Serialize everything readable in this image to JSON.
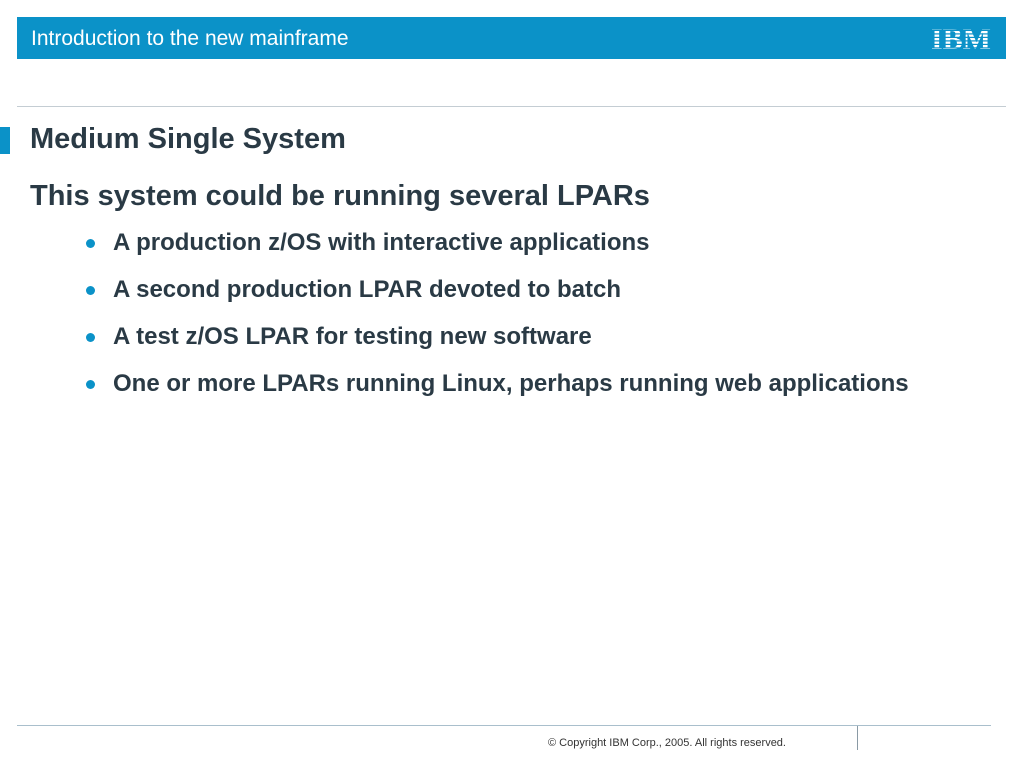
{
  "header": {
    "title": "Introduction to the new mainframe",
    "logo": "IBM",
    "color": "#0b92c8"
  },
  "slide": {
    "title": "Medium Single System",
    "subtitle": "This system could be running several LPARs",
    "bullets": [
      "A production z/OS with interactive applications",
      "A second production LPAR devoted to batch",
      "A test z/OS LPAR for testing new software",
      "One or more LPARs running Linux, perhaps running web applications"
    ]
  },
  "footer": {
    "copyright": "© Copyright IBM Corp., 2005. All rights reserved."
  }
}
